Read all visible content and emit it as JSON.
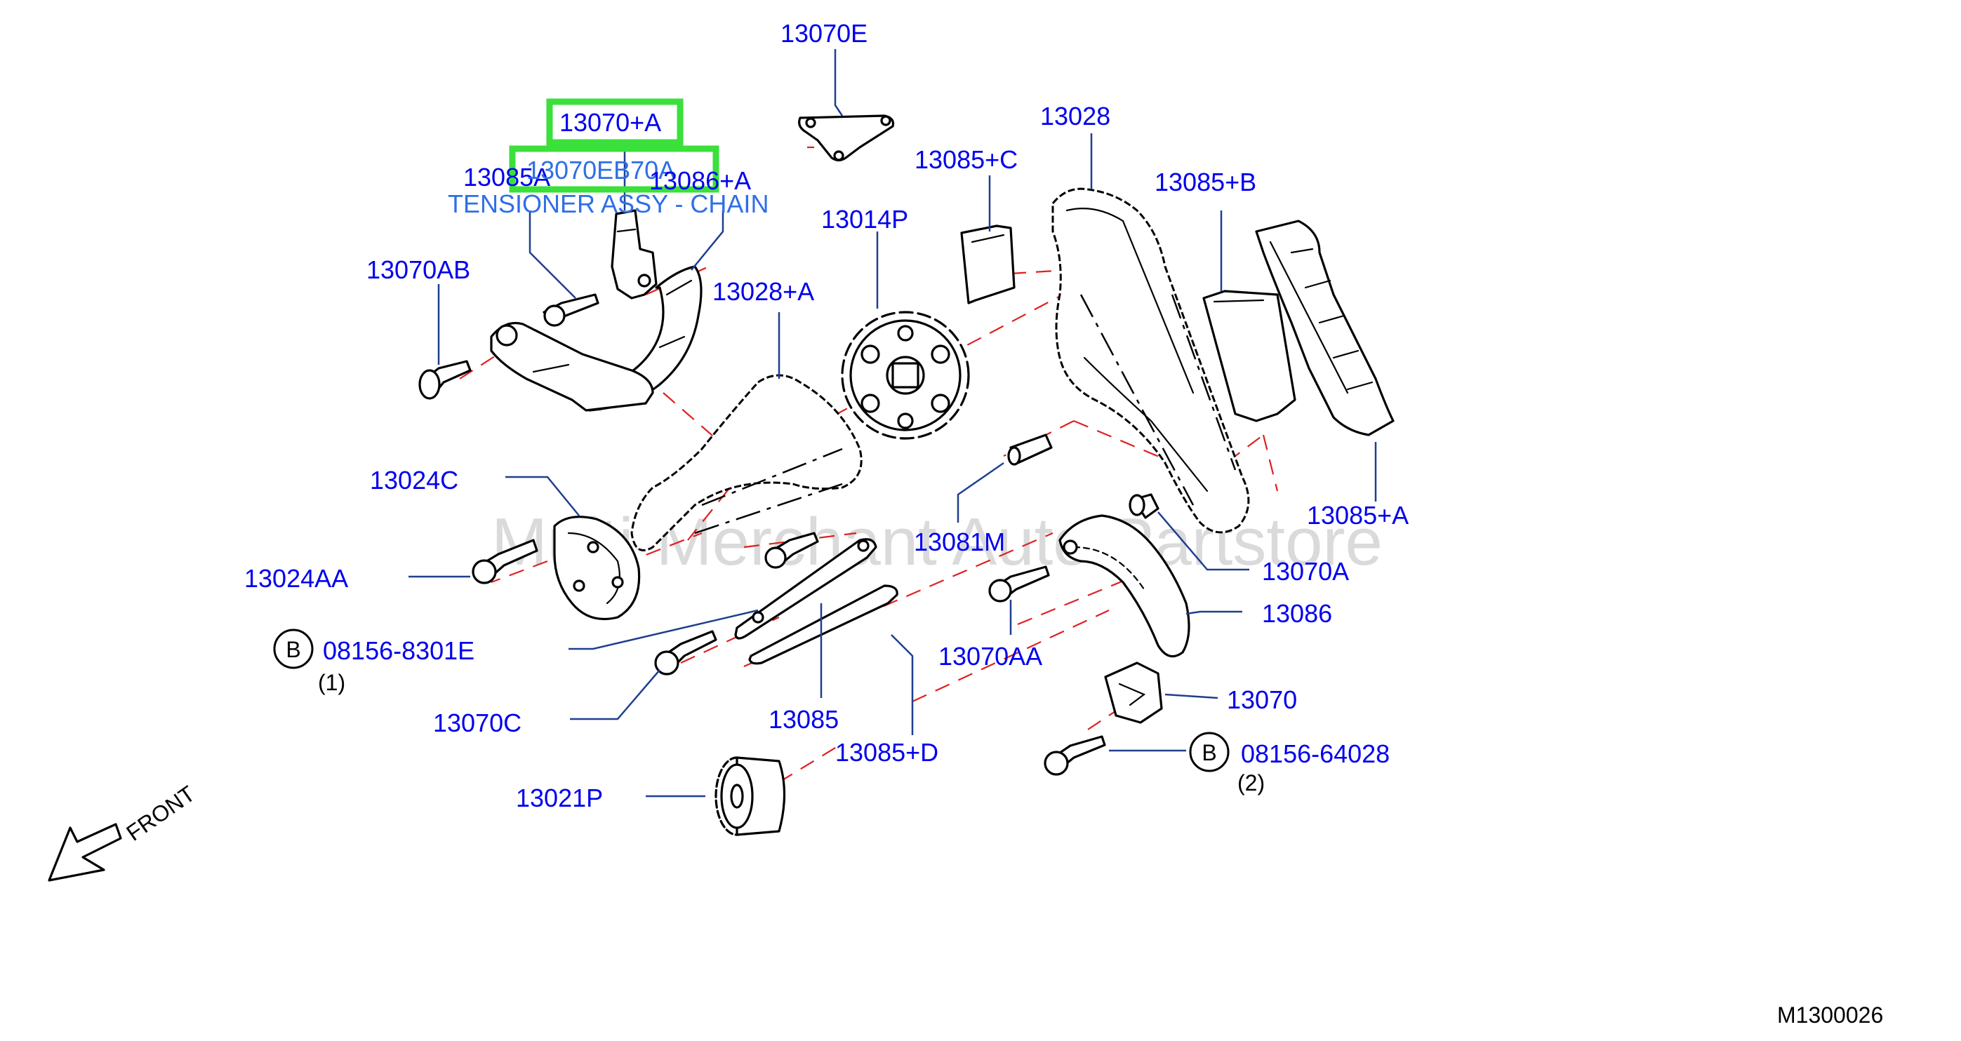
{
  "labels": {
    "l13070E": "13070E",
    "l13070A_top": "13070+A",
    "l13070EB70A": "13070EB70A",
    "l13085A": "13085A",
    "l13086A": "13086+A",
    "tensioner": "TENSIONER ASSY - CHAIN",
    "l13028": "13028",
    "l13085C": "13085+C",
    "l13014P": "13014P",
    "l13085B": "13085+B",
    "l13070AB": "13070AB",
    "l13028A": "13028+A",
    "l13024C": "13024C",
    "l13085Aplus": "13085+A",
    "l13081M": "13081M",
    "l13024AA": "13024AA",
    "l13070A": "13070A",
    "l13086": "13086",
    "l08156_8301E": "08156-8301E",
    "l1": "(1)",
    "l13070AA": "13070AA",
    "l13070": "13070",
    "l13070C": "13070C",
    "l13085": "13085",
    "l13085D": "13085+D",
    "l08156_64028": "08156-64028",
    "l2": "(2)",
    "l13021P": "13021P",
    "b1": "B",
    "b2": "B",
    "front": "FRONT",
    "code": "M1300026",
    "watermark": "Multi-Merchant Auto Partstore"
  },
  "colors": {
    "label": "#0000ee",
    "highlight": "#3be03b",
    "dashed": "#e02020",
    "watermark": "#bdbdbd"
  }
}
